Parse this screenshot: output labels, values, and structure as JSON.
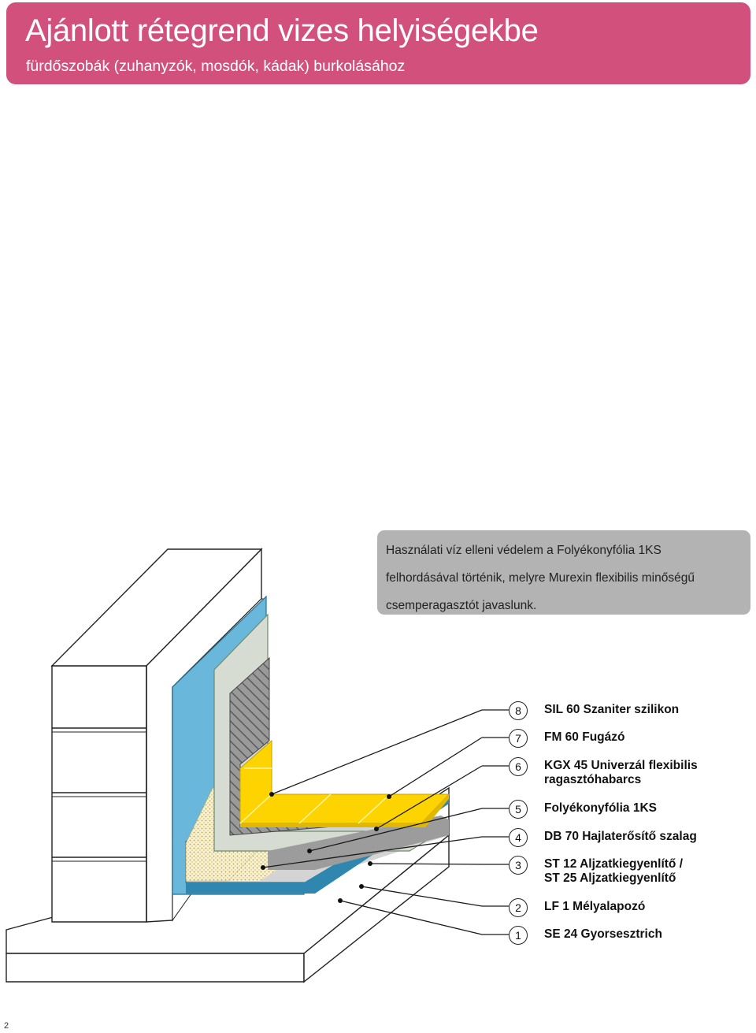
{
  "header": {
    "title": "Ajánlott rétegrend vizes helyiségekbe",
    "subtitle": "fürdőszobák (zuhanyzók, mosdók, kádak) burkolásához"
  },
  "note": {
    "lines": [
      "Használati víz elleni védelem a Folyékonyfólia  1KS",
      "felhordásával történik, melyre Murexin flexibilis minőségű",
      "csemperagasztót javaslunk."
    ]
  },
  "legend": [
    {
      "num": "8",
      "label": "SIL 60 Szaniter szilikon"
    },
    {
      "num": "7",
      "label": "FM 60 Fugázó"
    },
    {
      "num": "6",
      "label": "KGX 45 Univerzál flexibilis\nragasztóhabarcs"
    },
    {
      "num": "5",
      "label": "Folyékonyfólia 1KS"
    },
    {
      "num": "4",
      "label": "DB 70 Hajlaterősítő szalag"
    },
    {
      "num": "3",
      "label": "ST 12 Aljzatkiegyenlítő /\nST 25 Aljzatkiegyenlítő"
    },
    {
      "num": "2",
      "label": "LF 1 Mélyalapozó"
    },
    {
      "num": "1",
      "label": "SE 24 Gyorsesztrich"
    }
  ],
  "colors": {
    "header_bg": "#d1507c",
    "note_bg": "#b3b3b3",
    "waterproofing_blue": "#6ab7dc",
    "tile_yellow": "#fdd300",
    "primer_green": "#d6dcd2",
    "adhesive_grey": "#8c8c8c"
  },
  "page": {
    "number": "2"
  }
}
